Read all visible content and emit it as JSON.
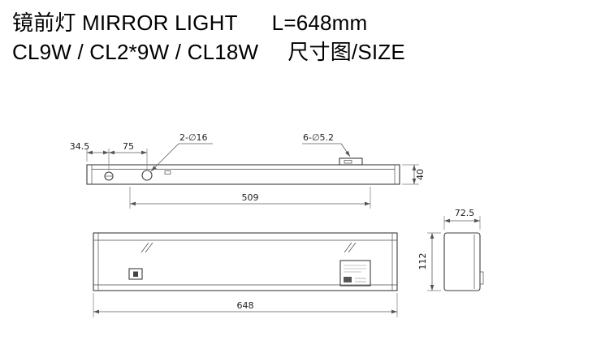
{
  "title": {
    "product": "镜前灯 MIRROR LIGHT",
    "length": "L=648mm",
    "models": "CL9W / CL2*9W / CL18W",
    "size_label": "尺寸图/SIZE"
  },
  "dims": {
    "edge_to_hole": "34.5",
    "hole_spacing": "75",
    "large_holes": "2-∅16",
    "small_holes": "6-∅5.2",
    "mount_span": "509",
    "body_height": "40",
    "total_length": "648",
    "side_width": "72.5",
    "side_height": "112"
  }
}
